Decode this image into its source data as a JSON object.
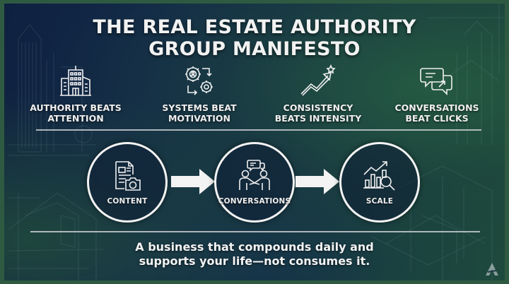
{
  "title": {
    "line1": "THE REAL ESTATE AUTHORITY",
    "line2": "GROUP MANIFESTO"
  },
  "principles": [
    {
      "icon": "office-building-icon",
      "line1": "AUTHORITY BEATS",
      "line2": "ATTENTION"
    },
    {
      "icon": "gears-cycle-icon",
      "line1": "SYSTEMS BEAT",
      "line2": "MOTIVATION"
    },
    {
      "icon": "trend-up-star-icon",
      "line1": "CONSISTENCY",
      "line2": "BEATS INTENSITY"
    },
    {
      "icon": "chat-bubbles-icon",
      "line1": "CONVERSATIONS",
      "line2": "BEAT CLICKS"
    }
  ],
  "flow": [
    {
      "icon": "document-camera-icon",
      "label": "CONTENT"
    },
    {
      "icon": "handshake-chat-icon",
      "label": "CONVERSATIONS"
    },
    {
      "icon": "bar-chart-magnifier-icon",
      "label": "SCALE"
    }
  ],
  "tagline": {
    "line1": "A business that compounds daily and",
    "line2": "supports your life—not consumes it."
  },
  "colors": {
    "frame": "#2f5a42",
    "panel_dark": "#0f2140",
    "panel_green": "#1e4a3c",
    "text": "#f2f2f2"
  }
}
